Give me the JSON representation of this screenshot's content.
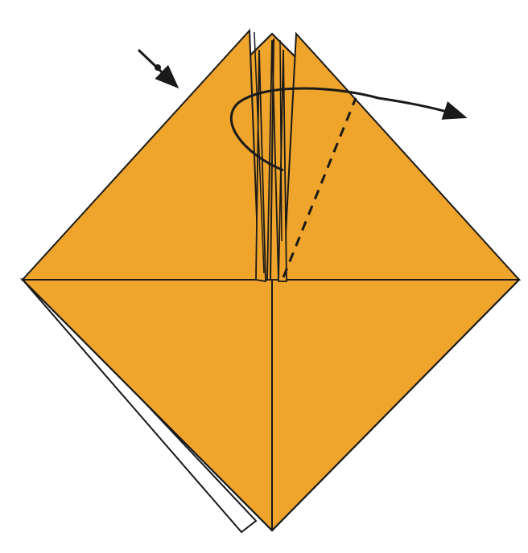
{
  "diagram": {
    "paper_color": "#EFA42C",
    "back_layer_color": "#FFFFFF",
    "line_color": "#1A1A1A",
    "steps": [
      {
        "action": "valley-fold",
        "indicator": "dashed-line"
      },
      {
        "action": "open-and-move",
        "indicator": "curved-arrow"
      },
      {
        "action": "push-in",
        "indicator": "push-arrow"
      }
    ]
  }
}
